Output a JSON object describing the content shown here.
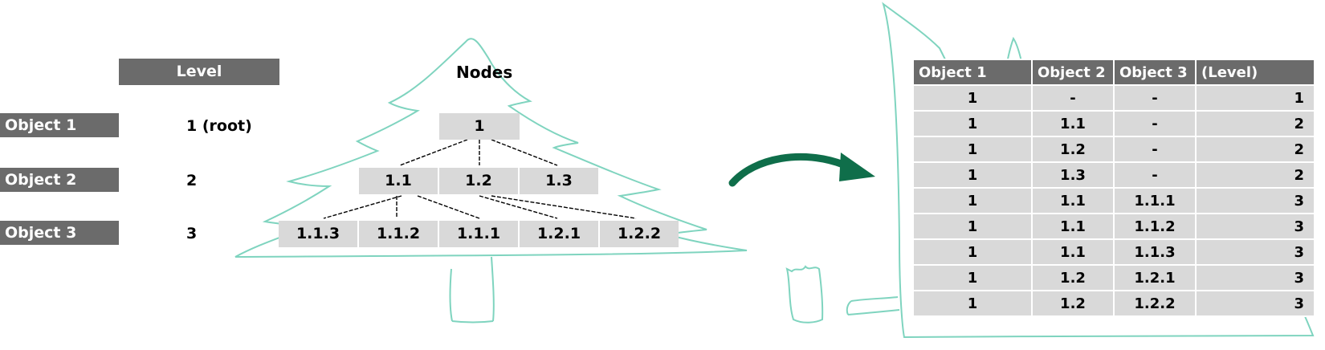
{
  "level_header": "Level",
  "nodes_header": "Nodes",
  "rows": [
    {
      "label": "Object 1",
      "level": "1 (root)",
      "nodes": [
        "1"
      ]
    },
    {
      "label": "Object 2",
      "level": "2",
      "nodes": [
        "1.1",
        "1.2",
        "1.3"
      ]
    },
    {
      "label": "Object 3",
      "level": "3",
      "nodes": [
        "1.1.3",
        "1.1.2",
        "1.1.1",
        "1.2.1",
        "1.2.2"
      ]
    }
  ],
  "table": {
    "headers": [
      "Object 1",
      "Object 2",
      "Object 3",
      "(Level)"
    ],
    "rows": [
      [
        "1",
        "-",
        "-",
        "1"
      ],
      [
        "1",
        "1.1",
        "-",
        "2"
      ],
      [
        "1",
        "1.2",
        "-",
        "2"
      ],
      [
        "1",
        "1.3",
        "-",
        "2"
      ],
      [
        "1",
        "1.1",
        "1.1.1",
        "3"
      ],
      [
        "1",
        "1.1",
        "1.1.2",
        "3"
      ],
      [
        "1",
        "1.1",
        "1.1.3",
        "3"
      ],
      [
        "1",
        "1.2",
        "1.2.1",
        "3"
      ],
      [
        "1",
        "1.2",
        "1.2.2",
        "3"
      ]
    ]
  },
  "colors": {
    "header_bg": "#6b6b6b",
    "cell_bg": "#d9d9d9",
    "sketch": "#7fd4bf",
    "arrow": "#0f6e4a"
  }
}
